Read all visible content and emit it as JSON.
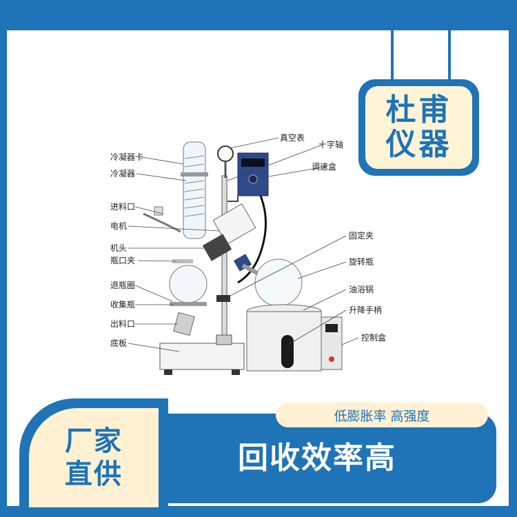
{
  "brand": {
    "text": "杜甫\n仪器"
  },
  "labels_left": [
    "冷凝器卡",
    "冷凝器",
    "进料口",
    "电机",
    "机头",
    "瓶口夹",
    "退瓶圈",
    "收集瓶",
    "出料口",
    "底板"
  ],
  "labels_right": [
    "真空表",
    "十字轴",
    "调速盒",
    "固定夹",
    "旋转瓶",
    "油浴锅",
    "升降手柄",
    "控制盒"
  ],
  "tagline": "低膨胀率 高强度",
  "headline": "回收效率高",
  "badge": {
    "text": "厂家\n直供"
  },
  "colors": {
    "primary": "#1f73b7",
    "cream": "#fff1d2",
    "white": "#ffffff"
  }
}
